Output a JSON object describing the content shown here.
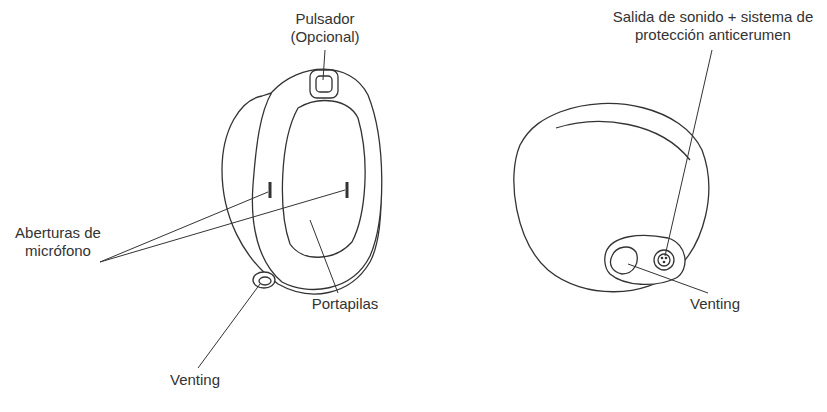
{
  "diagram": {
    "labels": [
      "Pulsador (Opcional)",
      "Aberturas de micrófono",
      "Portapilas",
      "Venting",
      "Salida de sonido + sistema de protección anticerumen",
      "Venting"
    ]
  }
}
